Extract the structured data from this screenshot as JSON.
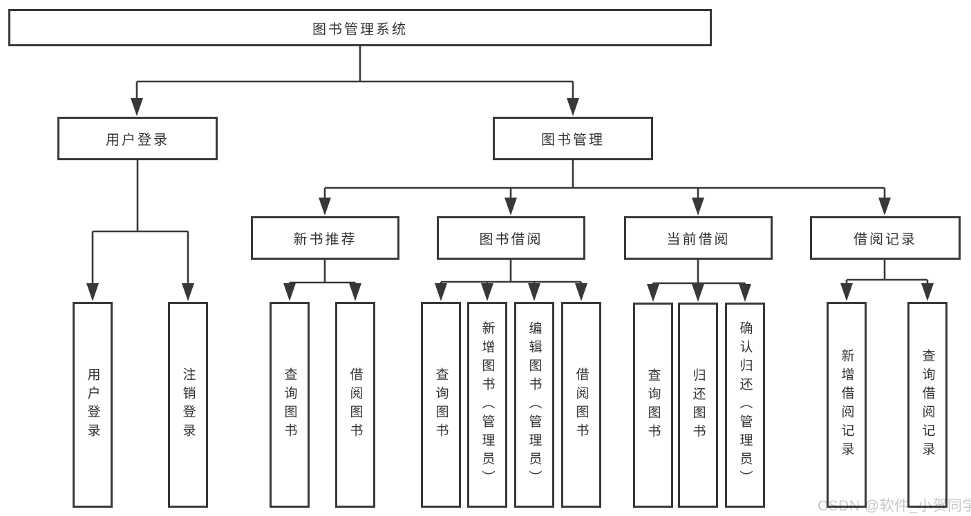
{
  "diagram": {
    "title_node": {
      "label": "图书管理系统"
    },
    "level2": {
      "user_login": {
        "label": "用户登录"
      },
      "book_management": {
        "label": "图书管理"
      }
    },
    "level3": {
      "new_book_recommend": {
        "label": "新书推荐"
      },
      "book_borrow": {
        "label": "图书借阅"
      },
      "current_borrow": {
        "label": "当前借阅"
      },
      "borrow_records": {
        "label": "借阅记录"
      }
    },
    "leaves": {
      "user_login": [
        "用户登录",
        "注销登录"
      ],
      "new_book_recommend": [
        "查询图书",
        "借阅图书"
      ],
      "book_borrow": [
        "查询图书",
        "新增图书（管理员）",
        "编辑图书（管理员）",
        "借阅图书"
      ],
      "current_borrow": [
        "查询图书",
        "归还图书",
        "确认归还（管理员）"
      ],
      "borrow_records": [
        "新增借阅记录",
        "查询借阅记录"
      ]
    }
  },
  "watermark": "CSDN @软件_小贺同学",
  "colors": {
    "line": "#383838",
    "text": "#333333",
    "watermark": "#c8c8c8",
    "background": "#ffffff"
  }
}
